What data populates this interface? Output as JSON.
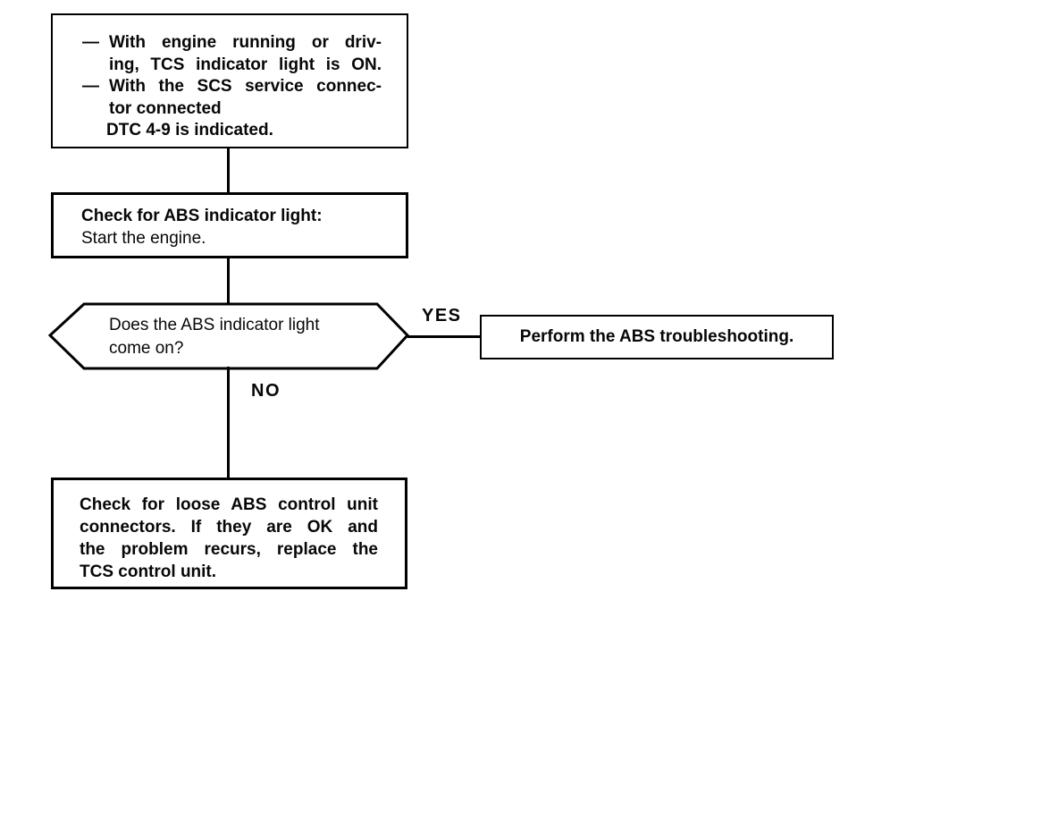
{
  "page": {
    "background_color": "#ffffff",
    "ink_color": "#000000"
  },
  "flowchart": {
    "symptom_box": {
      "marker": "—",
      "line1": "With engine running or driv-",
      "line2": "ing, TCS indicator light is ON.",
      "line3": "With the SCS service connec-",
      "line4": "tor connected",
      "line5": "DTC 4-9 is indicated."
    },
    "check_box": {
      "line1": "Check for ABS indicator light:",
      "line2": "Start the engine."
    },
    "decision": {
      "line1": "Does the ABS indicator light",
      "line2": "come on?"
    },
    "yes_label": "YES",
    "no_label": "NO",
    "abs_box": {
      "text": "Perform the ABS troubleshooting."
    },
    "final_box": {
      "line1": "Check for loose ABS control unit",
      "line2": "connectors. If they are OK and",
      "line3": "the problem recurs, replace the",
      "line4": "TCS control unit."
    }
  }
}
